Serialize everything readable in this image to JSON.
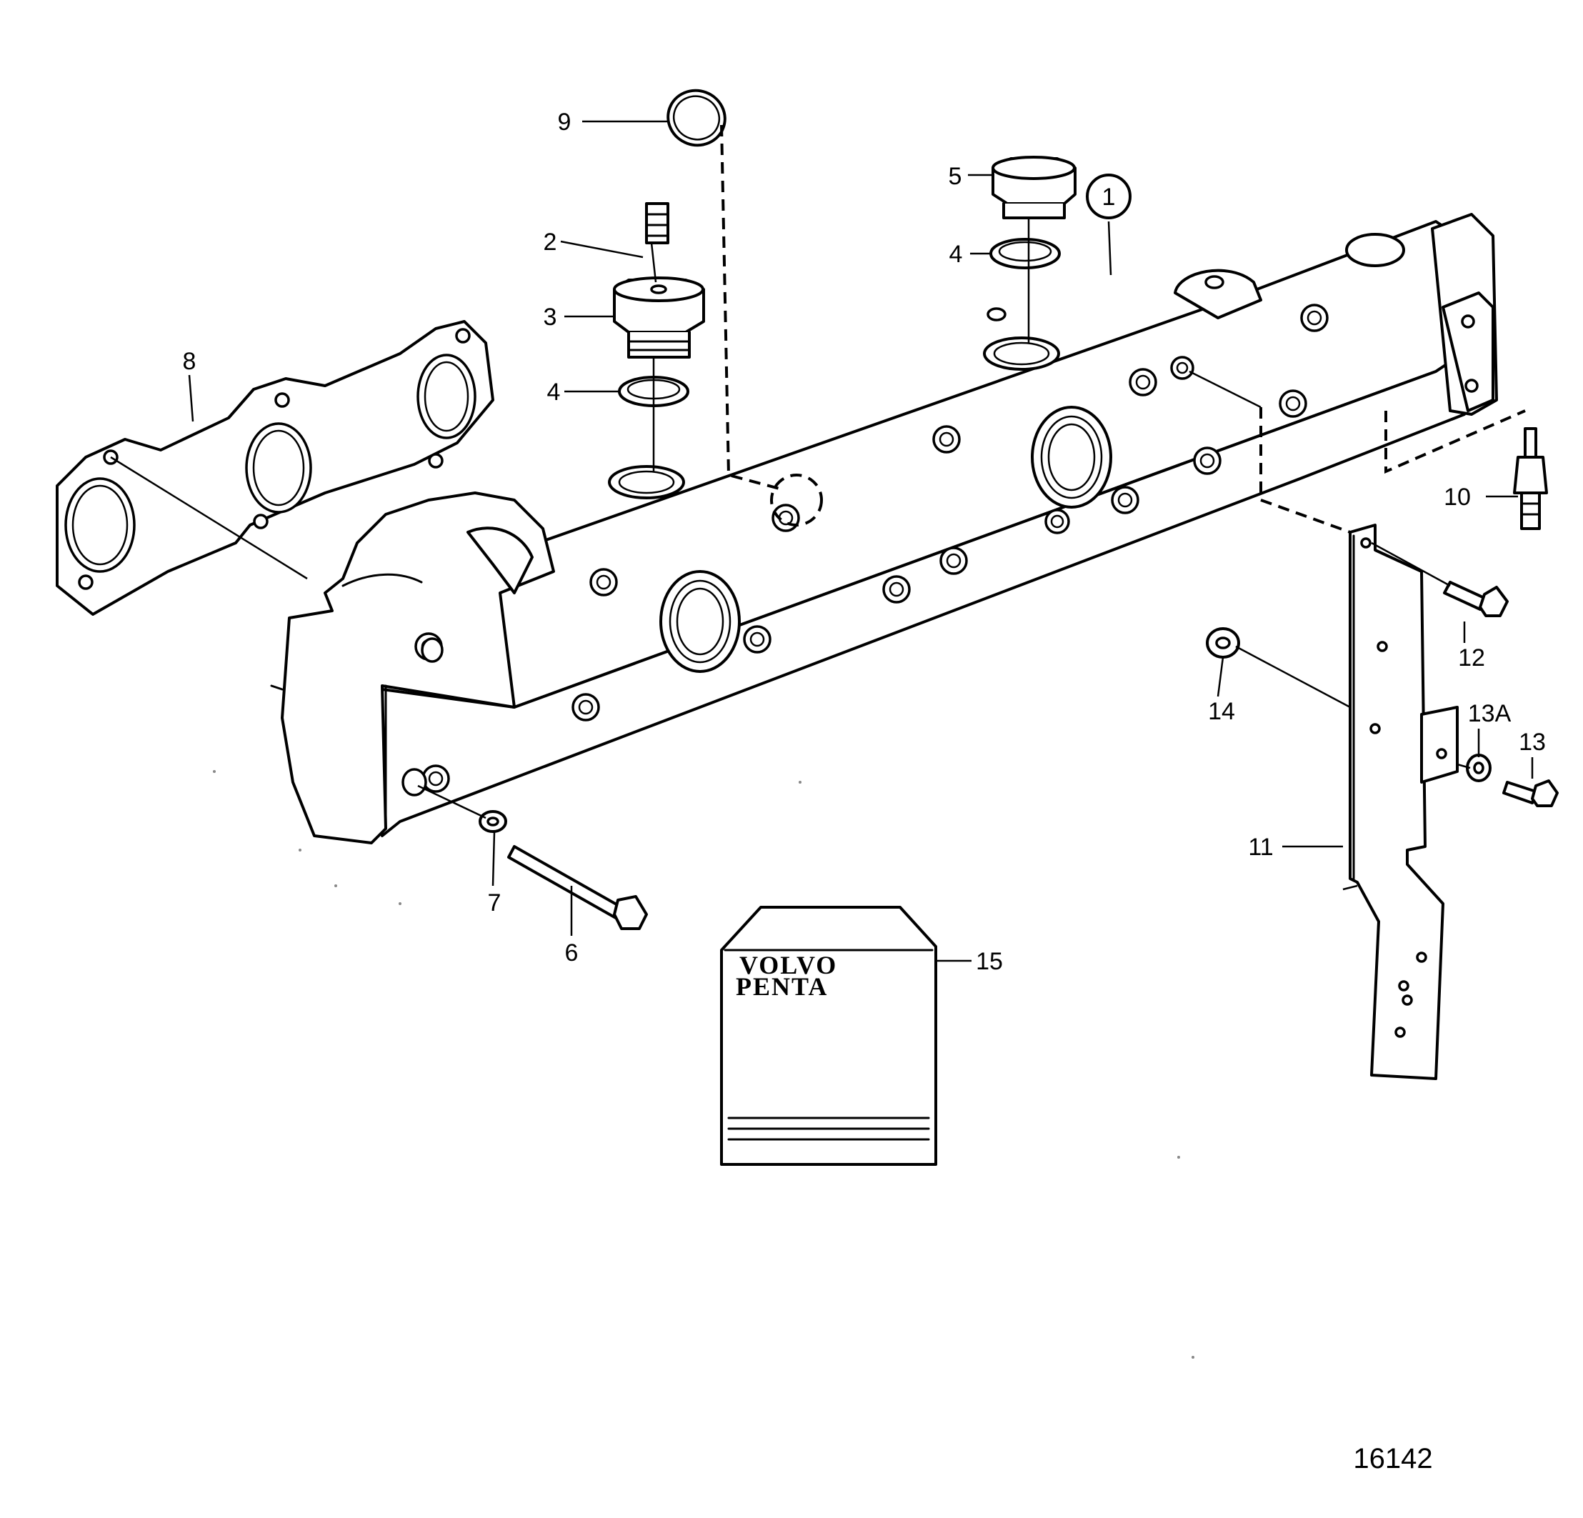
{
  "callouts": {
    "c1": "1",
    "c2": "2",
    "c3": "3",
    "c4a": "4",
    "c4b": "4",
    "c5": "5",
    "c6": "6",
    "c7": "7",
    "c8": "8",
    "c9": "9",
    "c10": "10",
    "c11": "11",
    "c12": "12",
    "c13": "13",
    "c13a": "13A",
    "c14": "14",
    "c15": "15"
  },
  "kit_box": {
    "brand_line1": "VOLVO",
    "brand_line2": "PENTA"
  },
  "figure_number": "16142"
}
